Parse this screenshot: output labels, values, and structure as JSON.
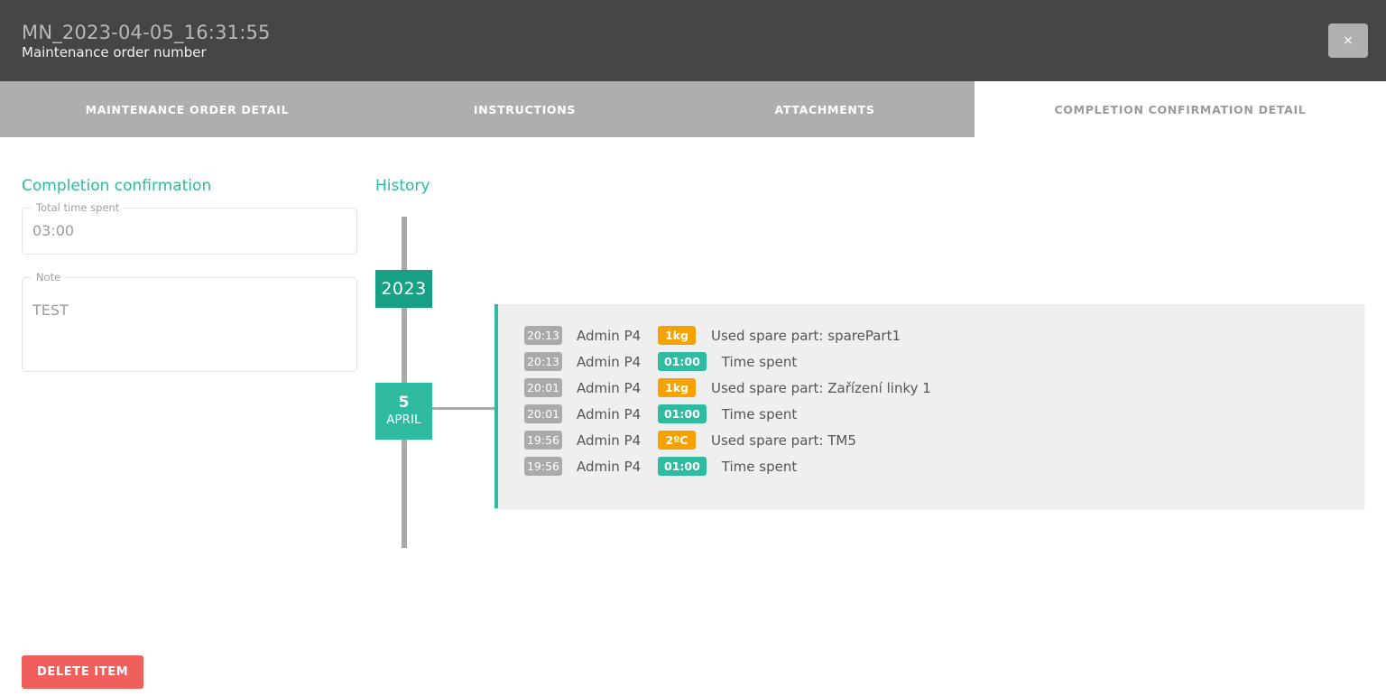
{
  "header": {
    "title": "MN_2023-04-05_16:31:55",
    "subtitle": "Maintenance order number",
    "close_label": "×"
  },
  "tabs": [
    {
      "label": "MAINTENANCE ORDER DETAIL",
      "active": false
    },
    {
      "label": "INSTRUCTIONS",
      "active": false
    },
    {
      "label": "ATTACHMENTS",
      "active": false
    },
    {
      "label": "COMPLETION CONFIRMATION DETAIL",
      "active": true
    }
  ],
  "completion": {
    "heading": "Completion confirmation",
    "total_time": {
      "label": "Total time spent",
      "value": "03:00"
    },
    "note": {
      "label": "Note",
      "value": "TEST"
    }
  },
  "history": {
    "heading": "History",
    "year_badge": "2023",
    "date_badge": {
      "day": "5",
      "month": "APRIL"
    },
    "entries": [
      {
        "time": "20:13",
        "user": "Admin P4",
        "chip": "1kg",
        "chip_type": "orange",
        "text": "Used spare part: sparePart1"
      },
      {
        "time": "20:13",
        "user": "Admin P4",
        "chip": "01:00",
        "chip_type": "teal",
        "text": "Time spent"
      },
      {
        "time": "20:01",
        "user": "Admin P4",
        "chip": "1kg",
        "chip_type": "orange",
        "text": "Used spare part: Zařízení linky 1"
      },
      {
        "time": "20:01",
        "user": "Admin P4",
        "chip": "01:00",
        "chip_type": "teal",
        "text": "Time spent"
      },
      {
        "time": "19:56",
        "user": "Admin P4",
        "chip": "2ºC",
        "chip_type": "orange",
        "text": "Used spare part: TM5"
      },
      {
        "time": "19:56",
        "user": "Admin P4",
        "chip": "01:00",
        "chip_type": "teal",
        "text": "Time spent"
      }
    ]
  },
  "actions": {
    "delete_label": "DELETE ITEM"
  },
  "colors": {
    "accent_teal": "#2fbba0",
    "accent_teal_dark": "#18a085",
    "chip_orange": "#f5a200",
    "danger_red": "#ef5f5c",
    "header_bg": "#454545",
    "tab_inactive_bg": "#aeaeae",
    "panel_bg": "#efefef"
  }
}
